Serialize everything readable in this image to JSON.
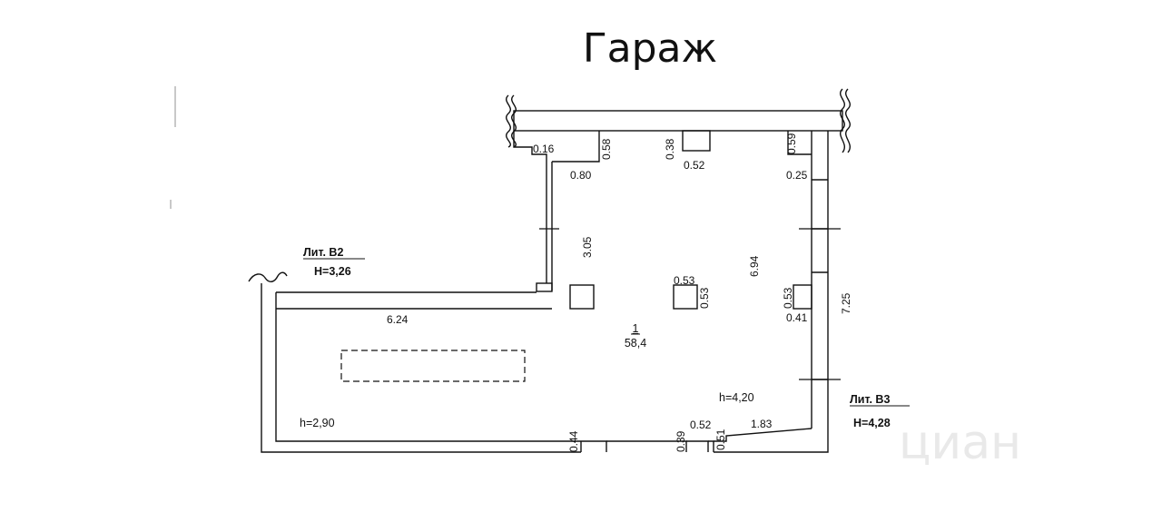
{
  "title": "Гараж",
  "room": {
    "number": "1",
    "area": "58,4",
    "height": "h=4,20"
  },
  "blocks": {
    "b2": {
      "name": "Лит. В2",
      "height": "H=3,26",
      "inner_height": "h=2,90"
    },
    "b3": {
      "name": "Лит. В3",
      "height": "H=4,28"
    }
  },
  "dimensions": {
    "d_016": "0.16",
    "d_058": "0.58",
    "d_080": "0.80",
    "d_038": "0.38",
    "d_052_top": "0.52",
    "d_059": "0.59",
    "d_025": "0.25",
    "d_305": "3.05",
    "d_694": "6.94",
    "d_053_col_h": "0.53",
    "d_053_col_v": "0.53",
    "d_053_right": "0.53",
    "d_041": "0.41",
    "d_725": "7.25",
    "d_624": "6.24",
    "d_044": "0.44",
    "d_039": "0.39",
    "d_052_bottom": "0.52",
    "d_051": "0.51",
    "d_183": "1.83"
  },
  "watermark": "циан"
}
